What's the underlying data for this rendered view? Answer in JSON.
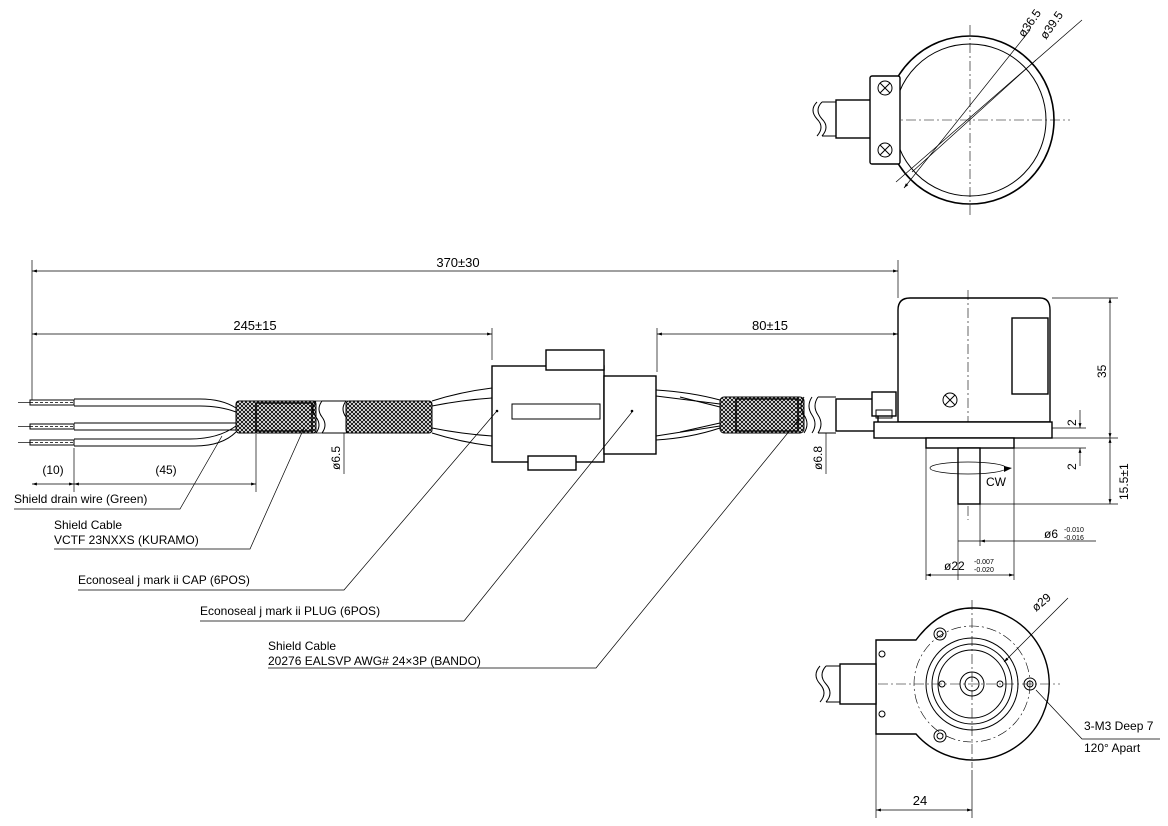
{
  "dimensions": {
    "total_length": "370±30",
    "cable_to_connector": "245±15",
    "connector_to_encoder": "80±15",
    "wire_strip": "(10)",
    "drain_length": "(45)",
    "cable_dia_1": "ø6.5",
    "cable_dia_2": "ø6.8",
    "body_height": "35",
    "gap_top": "2",
    "gap_bottom": "2",
    "shaft_length": "15.5±1",
    "shaft_dia": "ø6",
    "shaft_dia_tol_upper": "-0.010",
    "shaft_dia_tol_lower": "-0.016",
    "boss_dia": "ø22",
    "boss_dia_tol_upper": "-0.007",
    "boss_dia_tol_lower": "-0.020",
    "inner_dia": "ø36.5",
    "outer_dia": "ø39.5",
    "pcd_dia": "ø29",
    "flange_width": "24",
    "rotation": "CW"
  },
  "labels": {
    "drain_wire": "Shield drain wire (Green)",
    "shield_cable_1_title": "Shield Cable",
    "shield_cable_1_spec": "VCTF 23NXXS (KURAMO)",
    "cap": "Econoseal j mark ii CAP (6POS)",
    "plug": "Econoseal j mark ii PLUG (6POS)",
    "shield_cable_2_title": "Shield Cable",
    "shield_cable_2_spec": "20276 EALSVP AWG# 24×3P (BANDO)",
    "tap_spec": "3-M3 Deep 7",
    "tap_spacing": "120° Apart"
  }
}
